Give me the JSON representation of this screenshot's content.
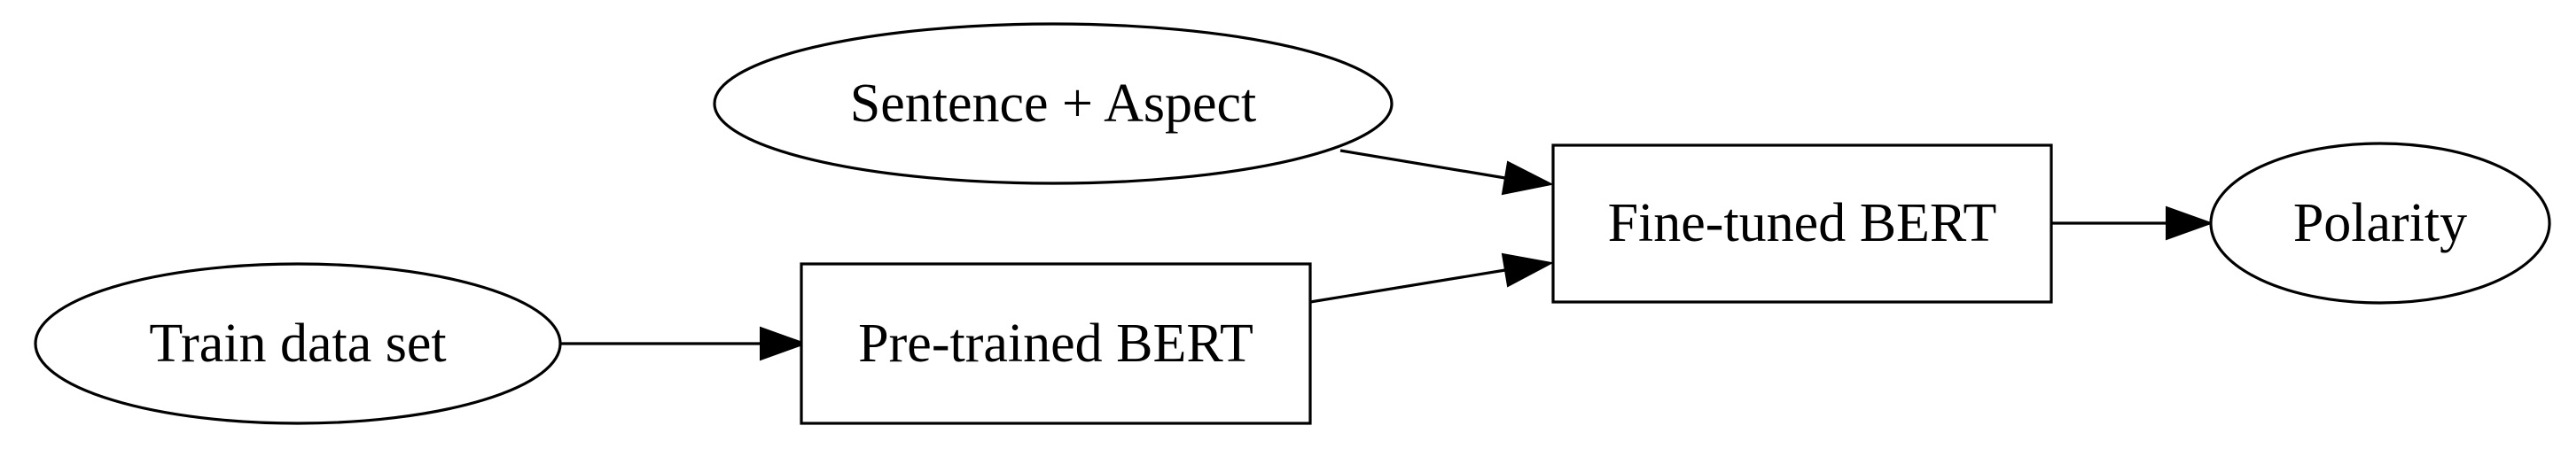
{
  "diagram": {
    "type": "flowchart",
    "direction": "left-to-right",
    "nodes": {
      "train_data_set": {
        "label": "Train data set",
        "shape": "ellipse"
      },
      "sentence_aspect": {
        "label": "Sentence + Aspect",
        "shape": "ellipse"
      },
      "pretrained_bert": {
        "label": "Pre-trained BERT",
        "shape": "box"
      },
      "finetuned_bert": {
        "label": "Fine-tuned BERT",
        "shape": "box"
      },
      "polarity": {
        "label": "Polarity",
        "shape": "ellipse"
      }
    },
    "edges": [
      {
        "from": "train_data_set",
        "to": "pretrained_bert"
      },
      {
        "from": "sentence_aspect",
        "to": "finetuned_bert"
      },
      {
        "from": "pretrained_bert",
        "to": "finetuned_bert"
      },
      {
        "from": "finetuned_bert",
        "to": "polarity"
      }
    ]
  }
}
